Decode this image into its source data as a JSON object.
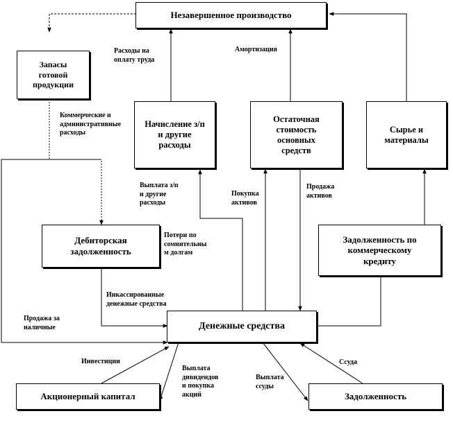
{
  "boxes": {
    "wip": "Незавершенное производство",
    "inventory": "Запасы\nготовой\nпродукции",
    "wages": "Начисление з/п\nи другие\nрасходы",
    "fixed_assets": "Остаточная\nстоимость\nосновных\nсредств",
    "materials": "Сырье и\nматериалы",
    "receivables": "Дебиторская\nзадолженность",
    "payables": "Задолженность по\nкоммерческому\nкредиту",
    "cash": "Денежные средства",
    "equity": "Акционерный капитал",
    "debt": "Задолженность"
  },
  "labels": {
    "labor_costs": "Расходы на\nоплату труда",
    "depreciation": "Амортизация",
    "admin_costs": "Коммерческие и\nадминистративные\nрасходы",
    "wage_payment": "Выплата з/п\nи другие\nрасходы",
    "asset_purchase": "Покупка\nактивов",
    "asset_sale": "Продажа\nактивов",
    "bad_debt": "Потери по\nсомнительны\nм долгам",
    "collected_cash": "Инкассированные\nденежные средства",
    "cash_sales": "Продажа за\nналичные",
    "investments": "Инвестиции",
    "dividends": "Выплата\nдивидендов\nи покупка\nакций",
    "loan_repayment": "Выплата\nссуды",
    "loan": "Ссуда"
  }
}
